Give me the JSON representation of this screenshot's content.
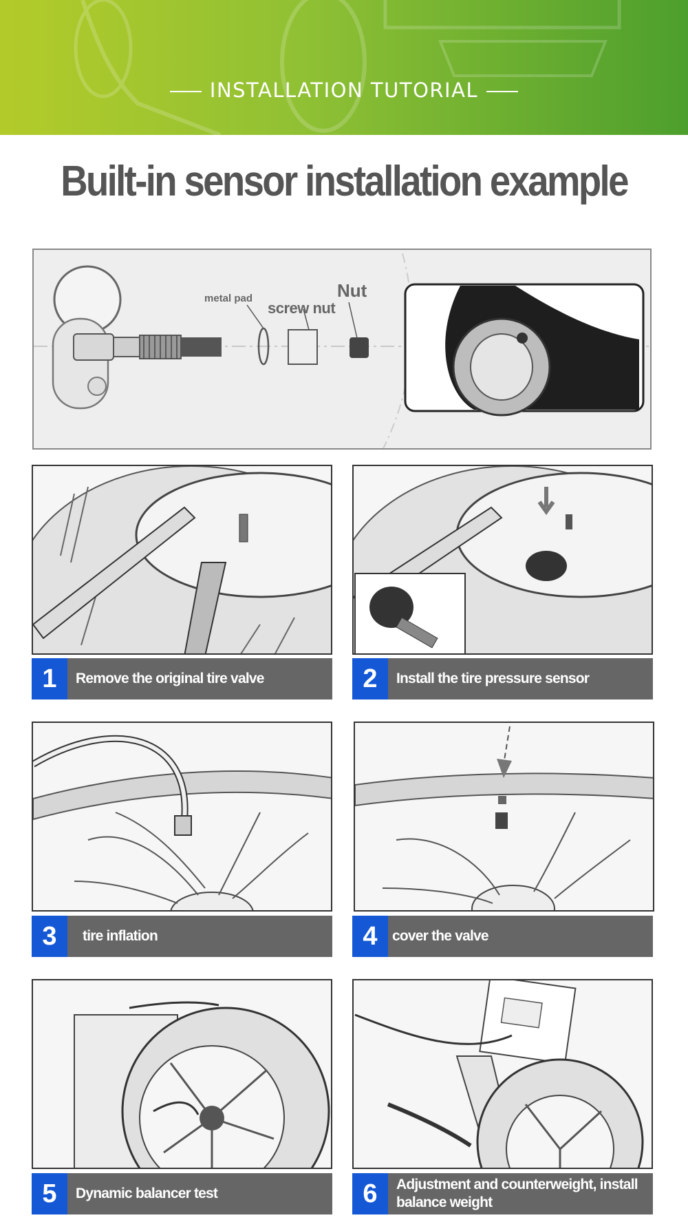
{
  "banner": {
    "title": "INSTALLATION TUTORIAL"
  },
  "headline": "Built-in sensor installation example",
  "diagram": {
    "labels": {
      "metal_pad": "metal pad",
      "screw_nut": "screw nut",
      "nut": "Nut"
    }
  },
  "steps": [
    {
      "number": "1",
      "text": "Remove the original tire valve"
    },
    {
      "number": "2",
      "text": "Install the tire pressure sensor"
    },
    {
      "number": "3",
      "text": "tire inflation"
    },
    {
      "number": "4",
      "text": "cover the valve"
    },
    {
      "number": "5",
      "text": "Dynamic balancer test"
    },
    {
      "number": "6",
      "text": "Adjustment and counterweight, install balance weight"
    }
  ],
  "colors": {
    "banner_left": "#b3cb2a",
    "banner_right": "#4d9f2d",
    "step_number_bg": "#1458d6",
    "caption_bg": "#666666",
    "headline": "#555555"
  },
  "icons": [
    "tpms-sensor-icon",
    "wheel-icon",
    "tire-lever-icon",
    "air-hose-icon",
    "valve-cap-icon",
    "balancer-machine-icon"
  ]
}
